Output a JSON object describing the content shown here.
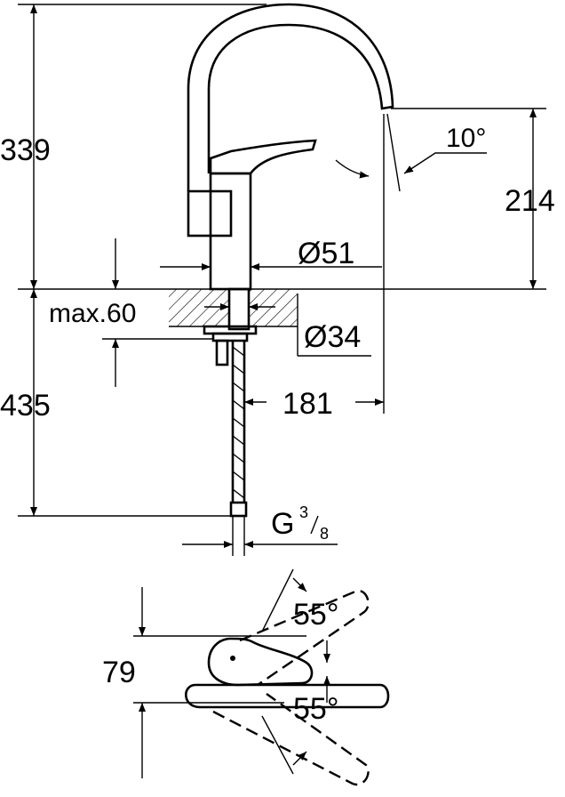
{
  "dimensions": {
    "total_height_above": "339",
    "spout_height": "214",
    "spout_angle": "10°",
    "body_diameter": "Ø51",
    "max_counter_thickness": "max.60",
    "hole_diameter": "Ø34",
    "hose_length": "435",
    "spout_reach": "181",
    "connection_prefix": "G",
    "connection_num": "3",
    "connection_den": "8",
    "lever_depth": "79",
    "lever_angle_back": "55°",
    "lever_angle_front": "55°"
  }
}
